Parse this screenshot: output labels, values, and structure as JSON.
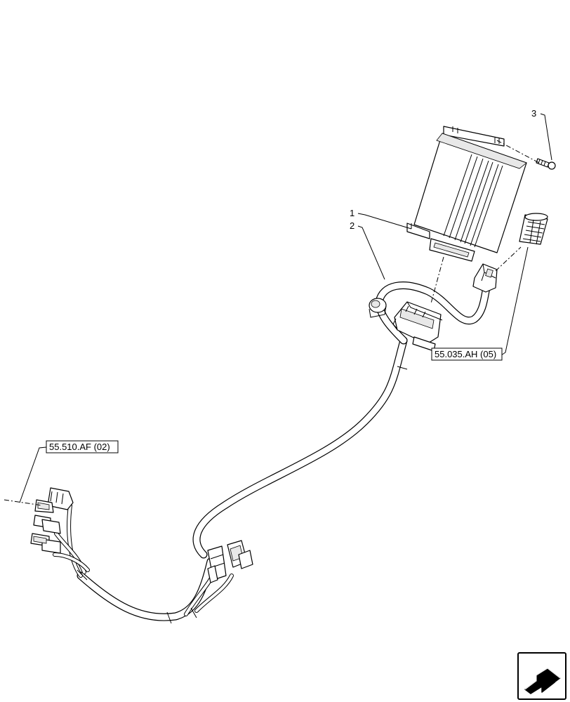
{
  "callouts": {
    "c1": "1",
    "c2": "2",
    "c3": "3"
  },
  "references": {
    "ref_right": "55.035.AH (05)",
    "ref_left": "55.510.AF (02)"
  },
  "icons": {
    "nav": "next-page-arrow-icon"
  }
}
